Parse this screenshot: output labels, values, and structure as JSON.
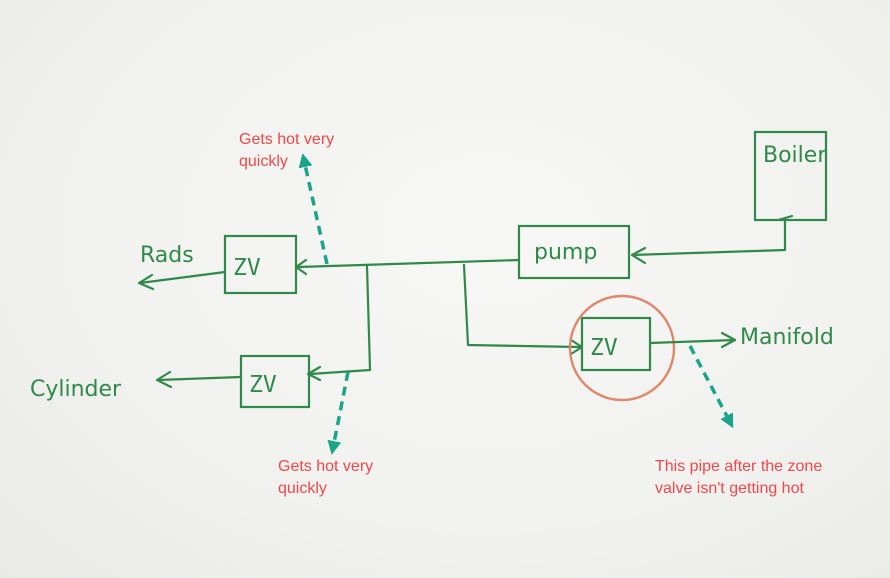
{
  "labels": {
    "boiler": "Boiler",
    "pump": "pump",
    "rads": "Rads",
    "cylinder": "Cylinder",
    "manifold": "Manifold",
    "zone_valve_rads": "ZV",
    "zone_valve_cylinder": "ZV",
    "zone_valve_manifold": "ZV"
  },
  "notes": {
    "rads_hot": [
      "Gets hot very",
      "quickly"
    ],
    "cylinder_hot": [
      "Gets hot very",
      "quickly"
    ],
    "manifold_cold": [
      "This pipe after the zone",
      "valve isn't getting hot"
    ]
  },
  "colors": {
    "ink": "#2f8a4a",
    "note_text": "#f04848",
    "callout_arrow": "#1aa58a",
    "highlight_ring": "#e0866a"
  }
}
